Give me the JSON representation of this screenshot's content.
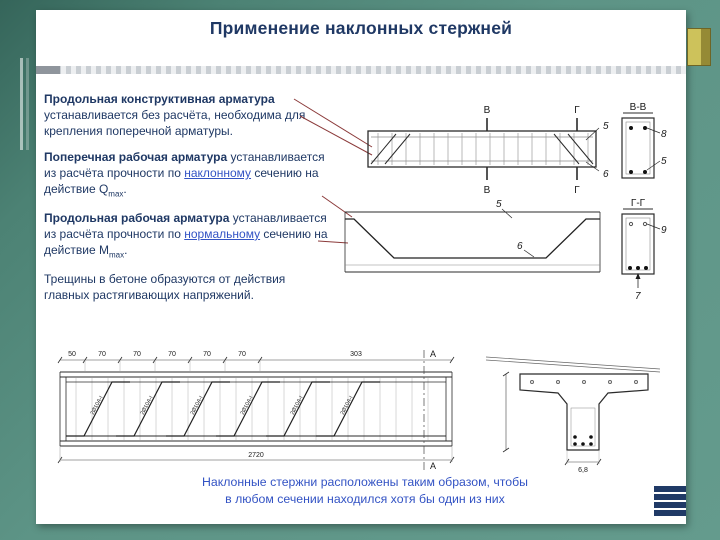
{
  "slide": {
    "title": "Применение наклонных стержней",
    "caption": {
      "line1": "Наклонные стержни расположены таким образом, чтобы",
      "line2": "в любом сечении находился хотя бы один из них"
    }
  },
  "paragraphs": [
    {
      "lead": "Продольная конструктивная арматура",
      "body1": " устанавливается без расчёта, необходима для крепления поперечной арматуры."
    },
    {
      "lead": "Поперечная рабочая арматура",
      "body1": " устанавливается из расчёта прочности по ",
      "link": "наклонному",
      "body2": " сечению на действие Q",
      "sub": "max",
      "body3": "."
    },
    {
      "lead": "Продольная рабочая арматура",
      "body1": " устанавливается из расчёта прочности по ",
      "link": "нормальному",
      "body2": " сечению на действие M",
      "sub": "max",
      "body3": "."
    },
    {
      "body1": "Трещины в бетоне образуются от действия главных растягивающих напряжений."
    }
  ],
  "drawings": {
    "beam_elevation": {
      "cut_b_top": "В",
      "cut_b_bottom": "В",
      "cut_g_top": "Г",
      "cut_g_bottom": "Г",
      "label_5": "5",
      "label_6": "6"
    },
    "section_bb": {
      "title": "В-В",
      "label_8": "8",
      "label_5": "5"
    },
    "section_gg": {
      "title": "Г-Г",
      "label_9": "9",
      "label_7": "7"
    },
    "bent_bar_diagram": {
      "label_5": "5",
      "label_6": "6"
    },
    "reinforcement_layout": {
      "dims_top": [
        "50",
        "70",
        "70",
        "70",
        "70",
        "70",
        "303"
      ],
      "dim_total": "2720",
      "section_mark_top": "А",
      "section_mark_bottom": "А",
      "bar_label": "2Ø10А-I"
    },
    "t_section": {
      "dim_web": "6,8"
    }
  },
  "colors": {
    "background_teal": "#5d9486",
    "panel_white": "#ffffff",
    "text_navy": "#1f3864",
    "link_blue": "#3353c4",
    "leader_red": "#8b3a3a",
    "accent_olive": "#c3b74b"
  }
}
